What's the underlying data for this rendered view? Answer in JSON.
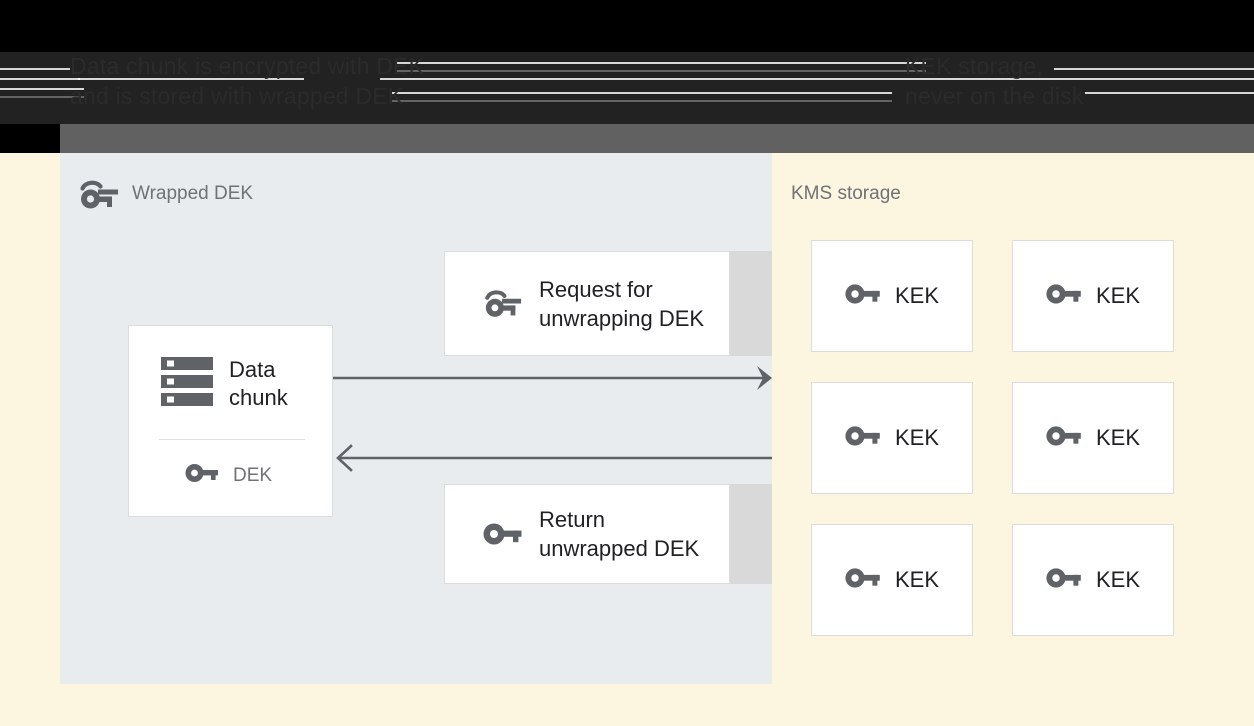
{
  "header": {
    "caption_left": "Data chunk is encrypted with DEK\nand is stored with wrapped DEK",
    "caption_right": "KEK storage,\nnever on the disk"
  },
  "left_panel": {
    "title": "Wrapped DEK",
    "title_icon": "wrapped-key-icon",
    "data_chunk_card": {
      "icon": "data-chunk-icon",
      "label": "Data\nchunk",
      "key_icon": "key-icon",
      "key_label": "DEK"
    },
    "messages": [
      {
        "icon": "wrapped-key-icon",
        "label": "Request for\nunwrapping DEK"
      },
      {
        "icon": "key-icon",
        "label": "Return\nunwrapped DEK"
      }
    ],
    "arrows": [
      {
        "name": "arrow-request-to-kms",
        "direction": "right"
      },
      {
        "name": "arrow-return-from-kms",
        "direction": "left"
      }
    ]
  },
  "kms_panel": {
    "title": "KMS storage",
    "keys": [
      {
        "icon": "key-icon",
        "label": "KEK"
      },
      {
        "icon": "key-icon",
        "label": "KEK"
      },
      {
        "icon": "key-icon",
        "label": "KEK"
      },
      {
        "icon": "key-icon",
        "label": "KEK"
      },
      {
        "icon": "key-icon",
        "label": "KEK"
      },
      {
        "icon": "key-icon",
        "label": "KEK"
      }
    ]
  },
  "colors": {
    "background_cream": "#fcf5e0",
    "storage_panel": "#e8ecef",
    "card_white": "#ffffff",
    "card_border": "#dcdcdc",
    "card_shadow": "#d9d9d9",
    "icon_gray": "#5f6368",
    "text_dark": "#202124",
    "text_muted": "#6f7276",
    "header_black": "#000000",
    "header_band": "#222222",
    "header_gray_strip": "#616161"
  }
}
